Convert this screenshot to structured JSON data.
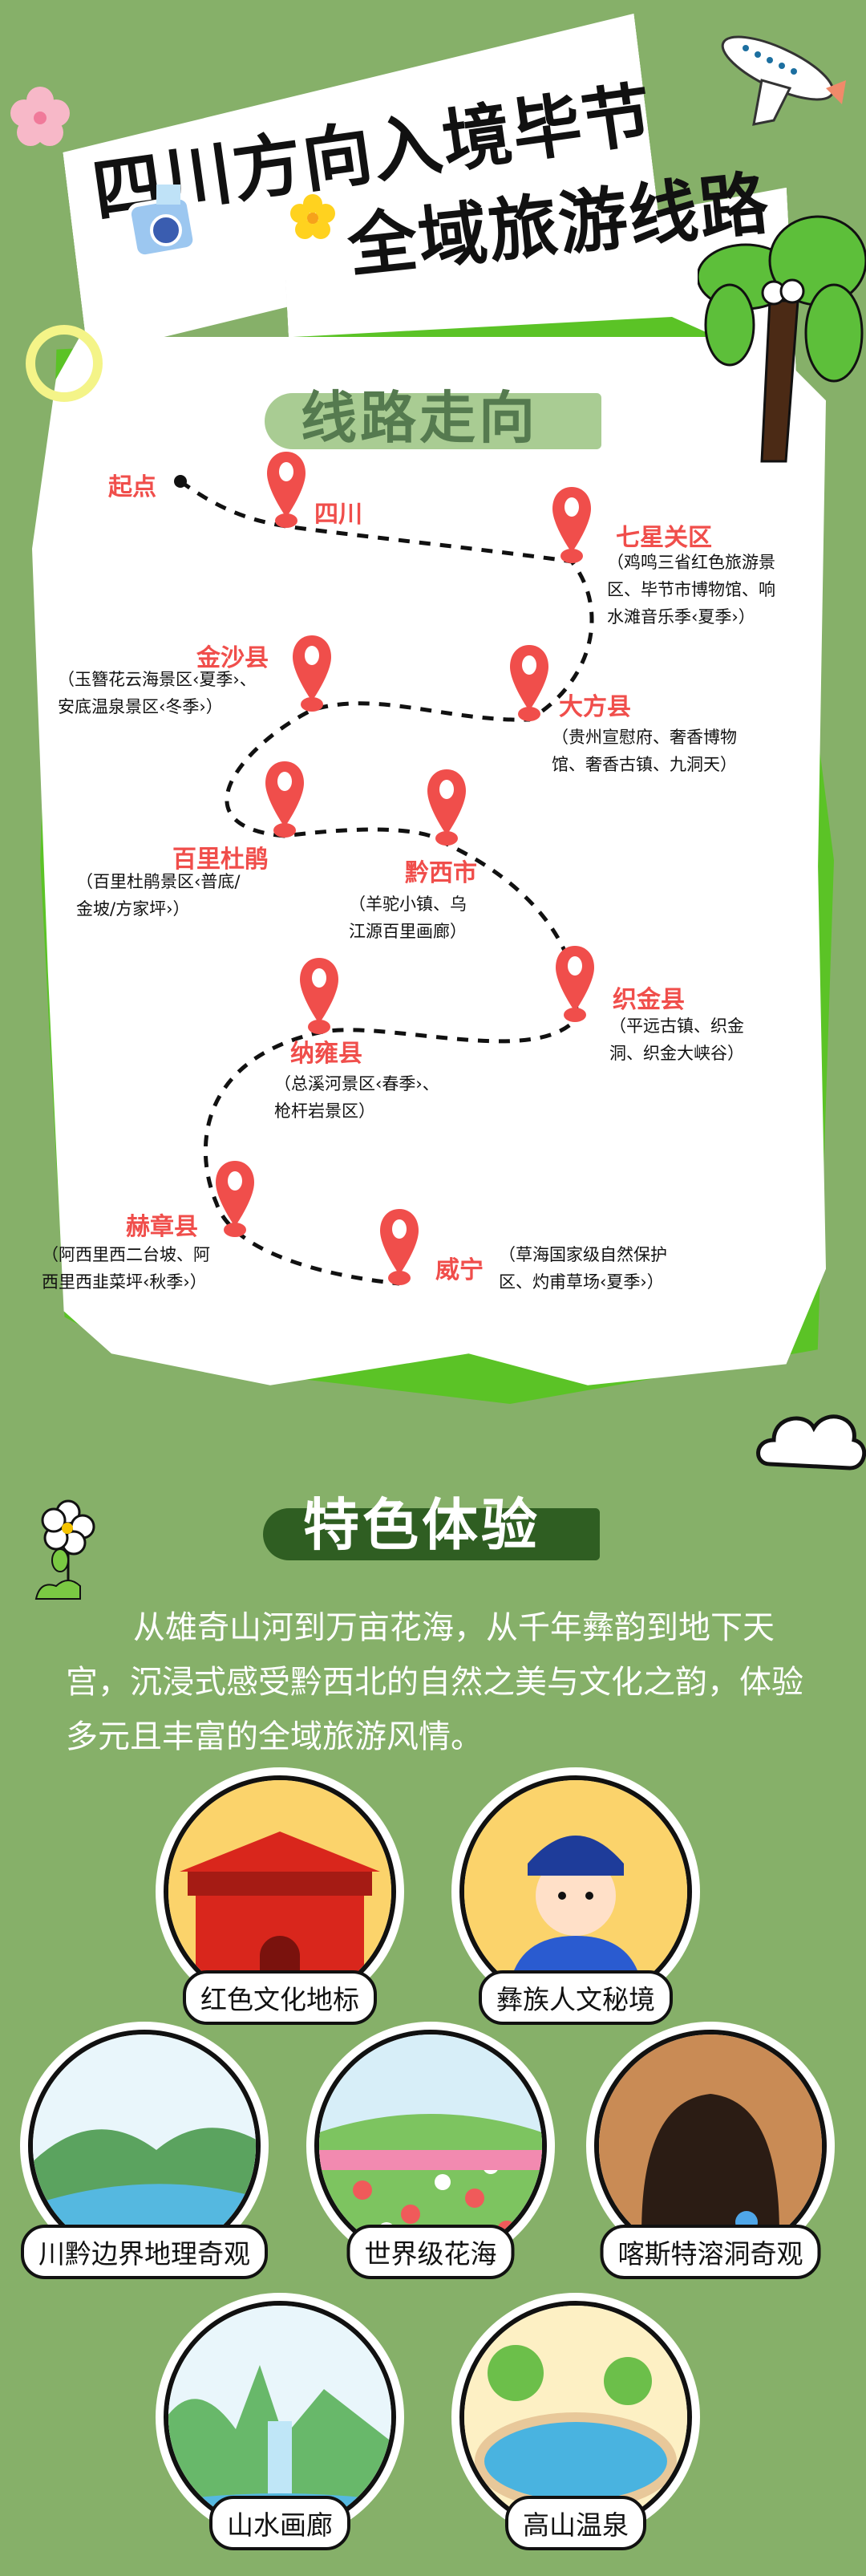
{
  "title": {
    "line1": "四川方向入境毕节",
    "line2": "全域旅游线路"
  },
  "route": {
    "heading": "线路走向",
    "start_label": "起点",
    "nodes": [
      {
        "name": "四川",
        "desc": []
      },
      {
        "name": "七星关区",
        "desc": [
          "（鸡鸣三省红色旅游景",
          "区、毕节市博物馆、响",
          "水滩音乐季‹夏季›）"
        ]
      },
      {
        "name": "金沙县",
        "desc": [
          "（玉簪花云海景区‹夏季›、",
          "安底温泉景区‹冬季›）"
        ]
      },
      {
        "name": "大方县",
        "desc": [
          "（贵州宣慰府、奢香博物",
          "馆、奢香古镇、九洞天）"
        ]
      },
      {
        "name": "百里杜鹃",
        "desc": [
          "（百里杜鹃景区‹普底/",
          "金坡/方家坪›）"
        ]
      },
      {
        "name": "黔西市",
        "desc": [
          "（羊驼小镇、乌",
          "江源百里画廊）"
        ]
      },
      {
        "name": "织金县",
        "desc": [
          "（平远古镇、织金",
          "洞、织金大峡谷）"
        ]
      },
      {
        "name": "纳雍县",
        "desc": [
          "（总溪河景区‹春季›、",
          "枪杆岩景区）"
        ]
      },
      {
        "name": "赫章县",
        "desc": [
          "（阿西里西二台坡、阿",
          "西里西韭菜坪‹秋季›）"
        ]
      },
      {
        "name": "威宁",
        "desc": [
          "（草海国家级自然保护",
          "区、灼甫草场‹夏季›）"
        ]
      }
    ]
  },
  "features": {
    "heading": "特色体验",
    "intro": "从雄奇山河到万亩花海，从千年彝韵到地下天宫，沉浸式感受黔西北的自然之美与文化之韵，体验多元且丰富的全域旅游风情。",
    "items": [
      {
        "label": "红色文化地标",
        "icon": "red-gate-icon"
      },
      {
        "label": "彝族人文秘境",
        "icon": "yi-girl-icon"
      },
      {
        "label": "川黔边界地理奇观",
        "icon": "river-landscape-icon"
      },
      {
        "label": "世界级花海",
        "icon": "flower-field-icon"
      },
      {
        "label": "喀斯特溶洞奇观",
        "icon": "cave-icon"
      },
      {
        "label": "山水画廊",
        "icon": "waterfall-icon"
      },
      {
        "label": "高山温泉",
        "icon": "hot-spring-icon"
      }
    ]
  },
  "colors": {
    "background": "#86b069",
    "accent_red": "#f04e4b",
    "dark_green": "#2f5e22"
  }
}
